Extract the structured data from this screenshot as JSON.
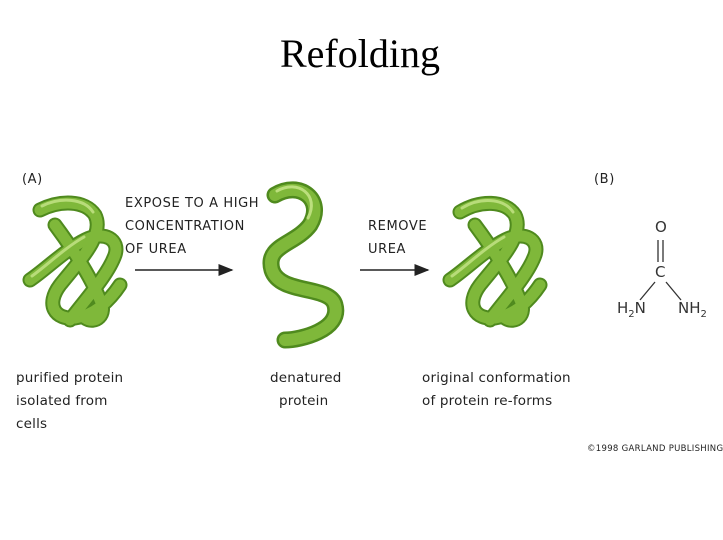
{
  "title": "Refolding",
  "panel_a": {
    "label": "(A)",
    "step1_lines": [
      "EXPOSE TO A HIGH",
      "CONCENTRATION",
      "OF UREA"
    ],
    "step2_lines": [
      "REMOVE",
      "UREA"
    ],
    "caption_native": [
      "purified protein",
      "isolated from",
      "cells"
    ],
    "caption_denatured": [
      "denatured",
      "protein"
    ],
    "caption_refolded": [
      "original conformation",
      "of protein re-forms"
    ]
  },
  "panel_b": {
    "label": "(B)",
    "atom_o": "O",
    "atom_c": "C",
    "atom_h2n_main": "H",
    "atom_h2n_sub": "2",
    "atom_h2n_tail": "N",
    "atom_nh2_main": "NH",
    "atom_nh2_sub": "2"
  },
  "copyright": "©1998 GARLAND PUBLISHING",
  "colors": {
    "protein_fill": "#7fb83a",
    "protein_dark": "#4f8a1e",
    "protein_light": "#c7e58a"
  }
}
